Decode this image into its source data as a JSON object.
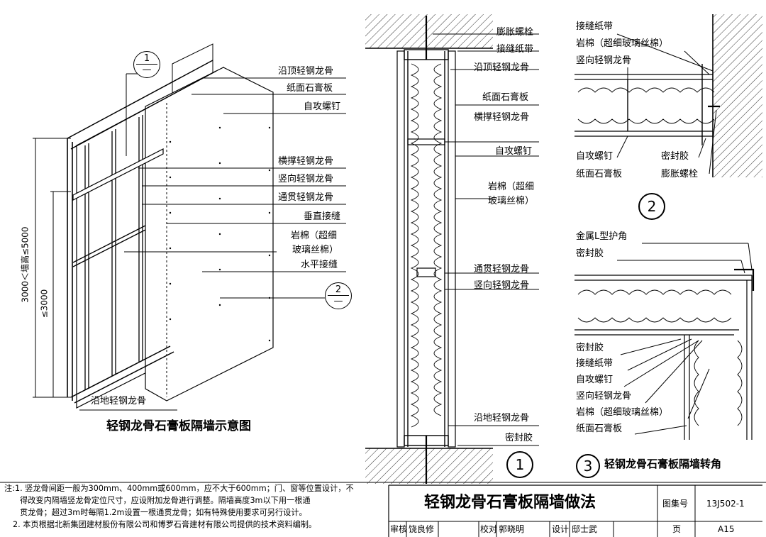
{
  "axo": {
    "title": "轻钢龙骨石膏板隔墙示意图",
    "labels": {
      "top_track": "沿顶轻钢龙骨",
      "gypsum_board": "纸面石膏板",
      "tapping_screw": "自攻螺钉",
      "brace_stud": "横撑轻钢龙骨",
      "vertical_stud": "竖向轻钢龙骨",
      "through_channel": "通贯轻钢龙骨",
      "vertical_joint": "垂直接缝",
      "wool_1": "岩棉（超细",
      "wool_2": "玻璃丝棉）",
      "horizontal_joint": "水平接缝",
      "floor_track": "沿地轻钢龙骨"
    },
    "dims": {
      "outer": "3000＜墙高≤5000",
      "inner": "≤3000"
    },
    "callout1": {
      "top": "1",
      "bottom": "—"
    },
    "callout2": {
      "top": "2",
      "bottom": "—"
    }
  },
  "section": {
    "labels": {
      "expansion_bolt": "膨胀螺栓",
      "joint_tape": "接缝纸带",
      "top_track": "沿顶轻钢龙骨",
      "gypsum_board": "纸面石膏板",
      "brace_stud": "横撑轻钢龙骨",
      "tapping_screw": "自攻螺钉",
      "wool_1": "岩棉（超细",
      "wool_2": "玻璃丝棉）",
      "through_channel": "通贯轻钢龙骨",
      "vertical_stud": "竖向轻钢龙骨",
      "floor_track": "沿地轻钢龙骨",
      "sealant": "密封胶"
    },
    "number": "1"
  },
  "detail2": {
    "labels": {
      "joint_tape": "接缝纸带",
      "wool": "岩棉（超细玻璃丝棉）",
      "vertical_stud": "竖向轻钢龙骨",
      "tapping_screw": "自攻螺钉",
      "sealant": "密封胶",
      "gypsum_board": "纸面石膏板",
      "expansion_bolt": "膨胀螺栓"
    },
    "number": "2"
  },
  "detail3": {
    "labels": {
      "metal_corner": "金属L型护角",
      "sealant_top": "密封胶",
      "sealant": "密封胶",
      "joint_tape": "接缝纸带",
      "tapping_screw": "自攻螺钉",
      "vertical_stud": "竖向轻钢龙骨",
      "wool": "岩棉（超细玻璃丝棉）",
      "gypsum_board": "纸面石膏板"
    },
    "number": "3",
    "caption": "轻钢龙骨石膏板隔墙转角"
  },
  "notes": {
    "line1": "注:1. 竖龙骨间距一般为300mm、400mm或600mm，应不大于600mm；门、窗等位置设计，不",
    "line2": "得改变内隔墙竖龙骨定位尺寸，应设附加龙骨进行调整。隔墙高度3m以下用一根通",
    "line3": "贯龙骨；超过3m时每隔1.2m设置一根通贯龙骨；如有特殊使用要求可另行设计。",
    "line4": "2. 本页根据北新集团建材股份有限公司和博罗石膏建材有限公司提供的技术资料编制。"
  },
  "title_block": {
    "title": "轻钢龙骨石膏板隔墙做法",
    "atlas_label": "图集号",
    "atlas_no": "13J502-1",
    "review_label": "审核",
    "reviewer": "饶良修",
    "check_label": "校对",
    "checker": "郭晓明",
    "design_label": "设计",
    "designer": "邸士武",
    "page_label": "页",
    "page_no": "A15"
  }
}
